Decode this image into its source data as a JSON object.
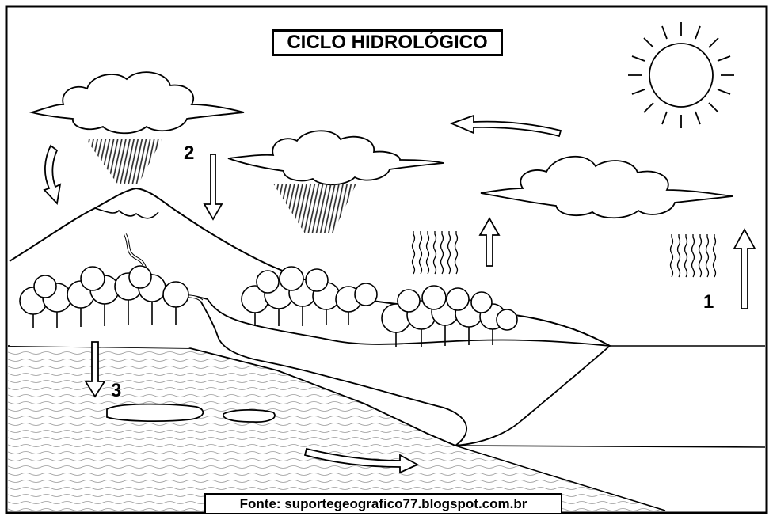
{
  "diagram": {
    "title": "CICLO HIDROLÓGICO",
    "labels": [
      "1",
      "2",
      "3"
    ],
    "source": "Fonte: suportegeografico77.blogspot.com.br"
  }
}
